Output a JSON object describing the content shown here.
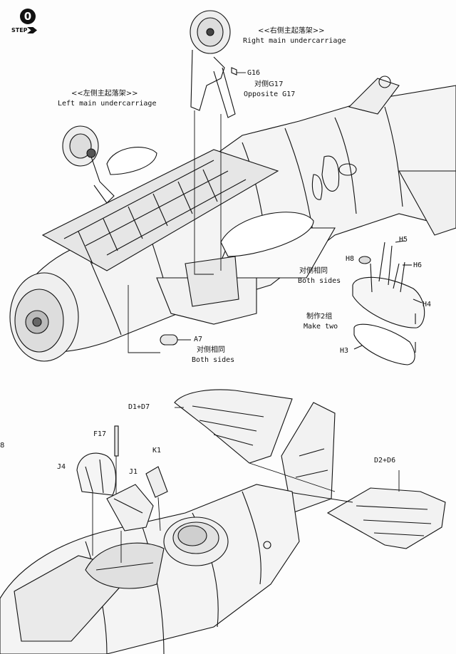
{
  "step": {
    "number": "0",
    "word": "STEP"
  },
  "margin_mark": "8",
  "top_section": {
    "right_main_undercarriage": {
      "cn": "<<右侧主起落架>>",
      "en": "Right main undercarriage"
    },
    "left_main_undercarriage": {
      "cn": "<<左侧主起落架>>",
      "en": "Left main undercarriage"
    },
    "g16": "G16",
    "opposite_g17": {
      "cn": "对侧G17",
      "en": "Opposite G17"
    },
    "both_sides_right": {
      "cn": "对侧相同",
      "en": "Both sides"
    },
    "a7": "A7",
    "both_sides_left": {
      "cn": "对侧相同",
      "en": "Both sides"
    },
    "h5": "H5",
    "h8": "H8",
    "h6": "H6",
    "h4": "H4",
    "h3": "H3",
    "make_two": {
      "cn": "制作2组",
      "en": "Make two"
    }
  },
  "bottom_section": {
    "d1_d7": "D1+D7",
    "f17": "F17",
    "k1": "K1",
    "j4": "J4",
    "j1": "J1",
    "d2_d6": "D2+D6"
  }
}
